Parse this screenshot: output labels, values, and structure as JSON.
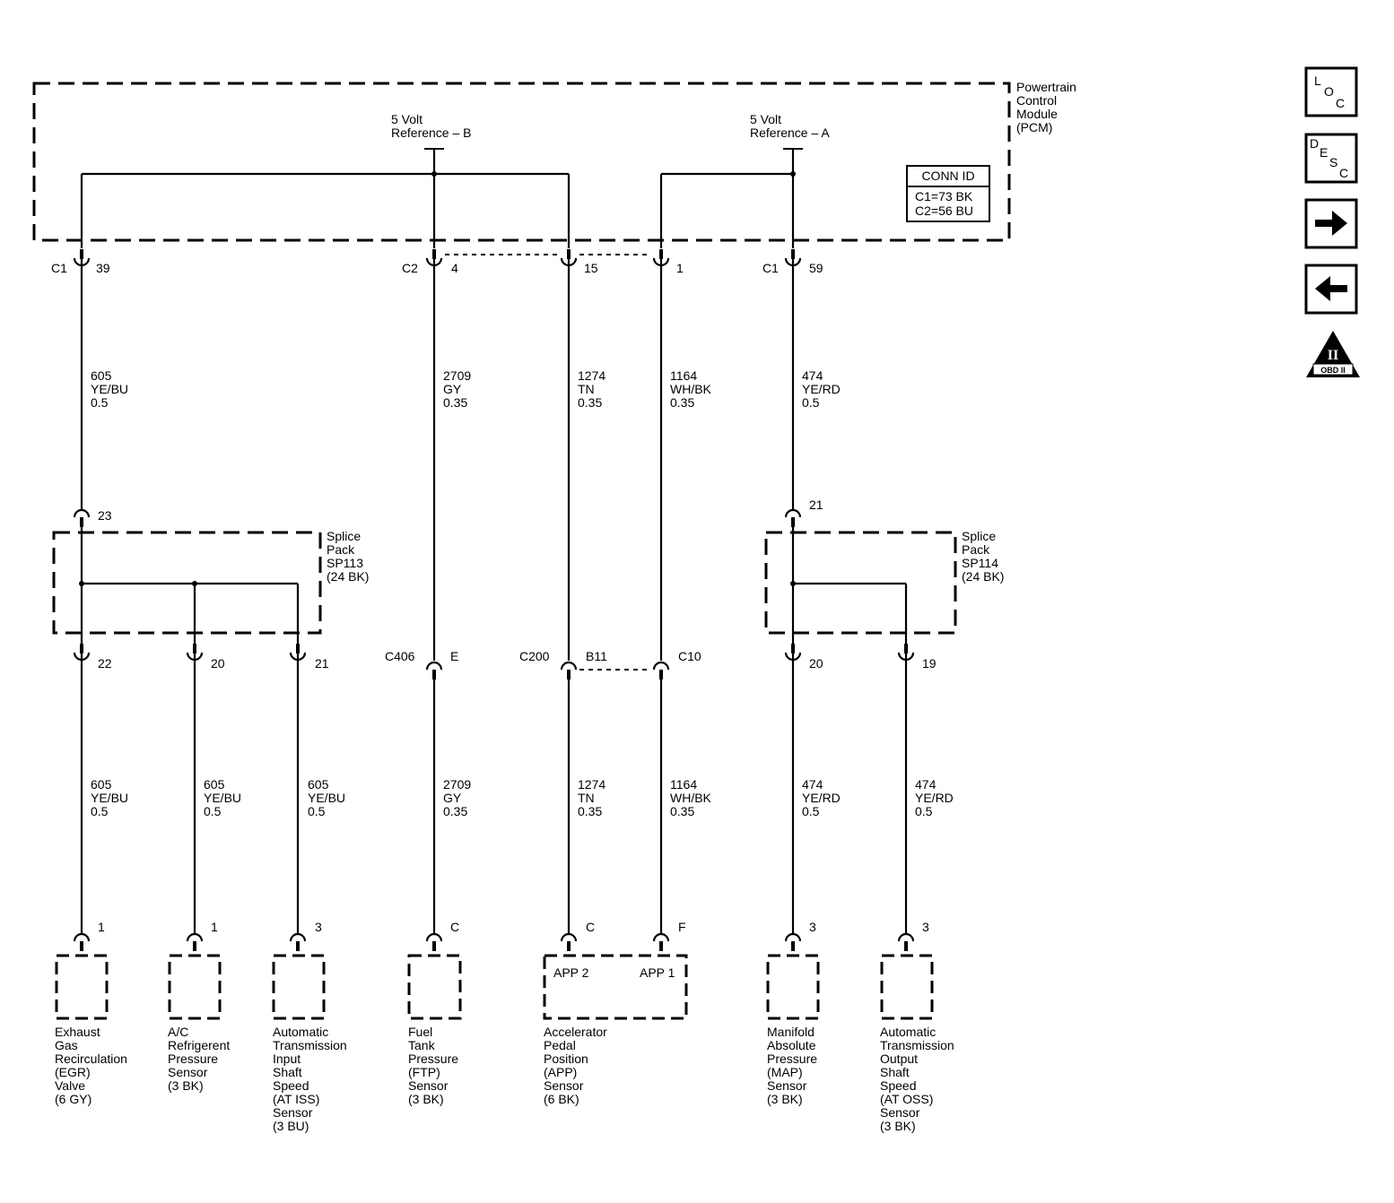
{
  "pcm": {
    "name_lines": [
      "Powertrain",
      "Control",
      "Module",
      "(PCM)"
    ],
    "ref_b_lines": [
      "5 Volt",
      "Reference – B"
    ],
    "ref_a_lines": [
      "5 Volt",
      "Reference – A"
    ],
    "conn_id": {
      "header": "CONN ID",
      "lines": [
        "C1=73 BK",
        "C2=56 BU"
      ]
    }
  },
  "pcm_pins": [
    {
      "connector": "C1",
      "pin": "39"
    },
    {
      "connector": "C2",
      "pin": "4"
    },
    {
      "connector": "",
      "pin": "15"
    },
    {
      "connector": "",
      "pin": "1"
    },
    {
      "connector": "C1",
      "pin": "59"
    }
  ],
  "upper_wires": [
    {
      "circuit": "605",
      "color": "YE/BU",
      "size": "0.5"
    },
    {
      "circuit": "2709",
      "color": "GY",
      "size": "0.35"
    },
    {
      "circuit": "1274",
      "color": "TN",
      "size": "0.35"
    },
    {
      "circuit": "1164",
      "color": "WH/BK",
      "size": "0.35"
    },
    {
      "circuit": "474",
      "color": "YE/RD",
      "size": "0.5"
    }
  ],
  "splice_packs": [
    {
      "name_lines": [
        "Splice",
        "Pack",
        "SP113",
        "(24 BK)"
      ],
      "input_pin": "23",
      "output_pins": [
        "22",
        "20",
        "21"
      ]
    },
    {
      "name_lines": [
        "Splice",
        "Pack",
        "SP114",
        "(24 BK)"
      ],
      "input_pin": "21",
      "output_pins": [
        "20",
        "19"
      ]
    }
  ],
  "inline_connectors": [
    {
      "connector": "C406",
      "pin": "E"
    },
    {
      "connector": "C200",
      "pin": "B11"
    },
    {
      "connector": "",
      "pin": "C10"
    }
  ],
  "lower_wires": [
    {
      "circuit": "605",
      "color": "YE/BU",
      "size": "0.5"
    },
    {
      "circuit": "605",
      "color": "YE/BU",
      "size": "0.5"
    },
    {
      "circuit": "605",
      "color": "YE/BU",
      "size": "0.5"
    },
    {
      "circuit": "2709",
      "color": "GY",
      "size": "0.35"
    },
    {
      "circuit": "1274",
      "color": "TN",
      "size": "0.35"
    },
    {
      "circuit": "1164",
      "color": "WH/BK",
      "size": "0.35"
    },
    {
      "circuit": "474",
      "color": "YE/RD",
      "size": "0.5"
    },
    {
      "circuit": "474",
      "color": "YE/RD",
      "size": "0.5"
    }
  ],
  "components": [
    {
      "pin": "1",
      "name_lines": [
        "Exhaust",
        "Gas",
        "Recirculation",
        "(EGR)",
        "Valve",
        "(6 GY)"
      ]
    },
    {
      "pin": "1",
      "name_lines": [
        "A/C",
        "Refrigerent",
        "Pressure",
        "Sensor",
        "(3 BK)"
      ]
    },
    {
      "pin": "3",
      "name_lines": [
        "Automatic",
        "Transmission",
        "Input",
        "Shaft",
        "Speed",
        "(AT ISS)",
        "Sensor",
        "(3 BU)"
      ]
    },
    {
      "pin": "C",
      "name_lines": [
        "Fuel",
        "Tank",
        "Pressure",
        "(FTP)",
        "Sensor",
        "(3 BK)"
      ]
    },
    {
      "pins": [
        "C",
        "F"
      ],
      "inner_labels": [
        "APP 2",
        "APP 1"
      ],
      "name_lines": [
        "Accelerator",
        "Pedal",
        "Position",
        "(APP)",
        "Sensor",
        "(6 BK)"
      ]
    },
    {
      "pin": "3",
      "name_lines": [
        "Manifold",
        "Absolute",
        "Pressure",
        "(MAP)",
        "Sensor",
        "(3 BK)"
      ]
    },
    {
      "pin": "3",
      "name_lines": [
        "Automatic",
        "Transmission",
        "Output",
        "Shaft",
        "Speed",
        "(AT OSS)",
        "Sensor",
        "(3 BK)"
      ]
    }
  ],
  "nav_icons": {
    "loc": [
      "L",
      "O",
      "C"
    ],
    "desc": [
      "D",
      "E",
      "S",
      "C"
    ],
    "next_icon": "right-arrow-icon",
    "prev_icon": "left-arrow-icon",
    "obd_numeral": "II",
    "obd_label": "OBD II"
  }
}
